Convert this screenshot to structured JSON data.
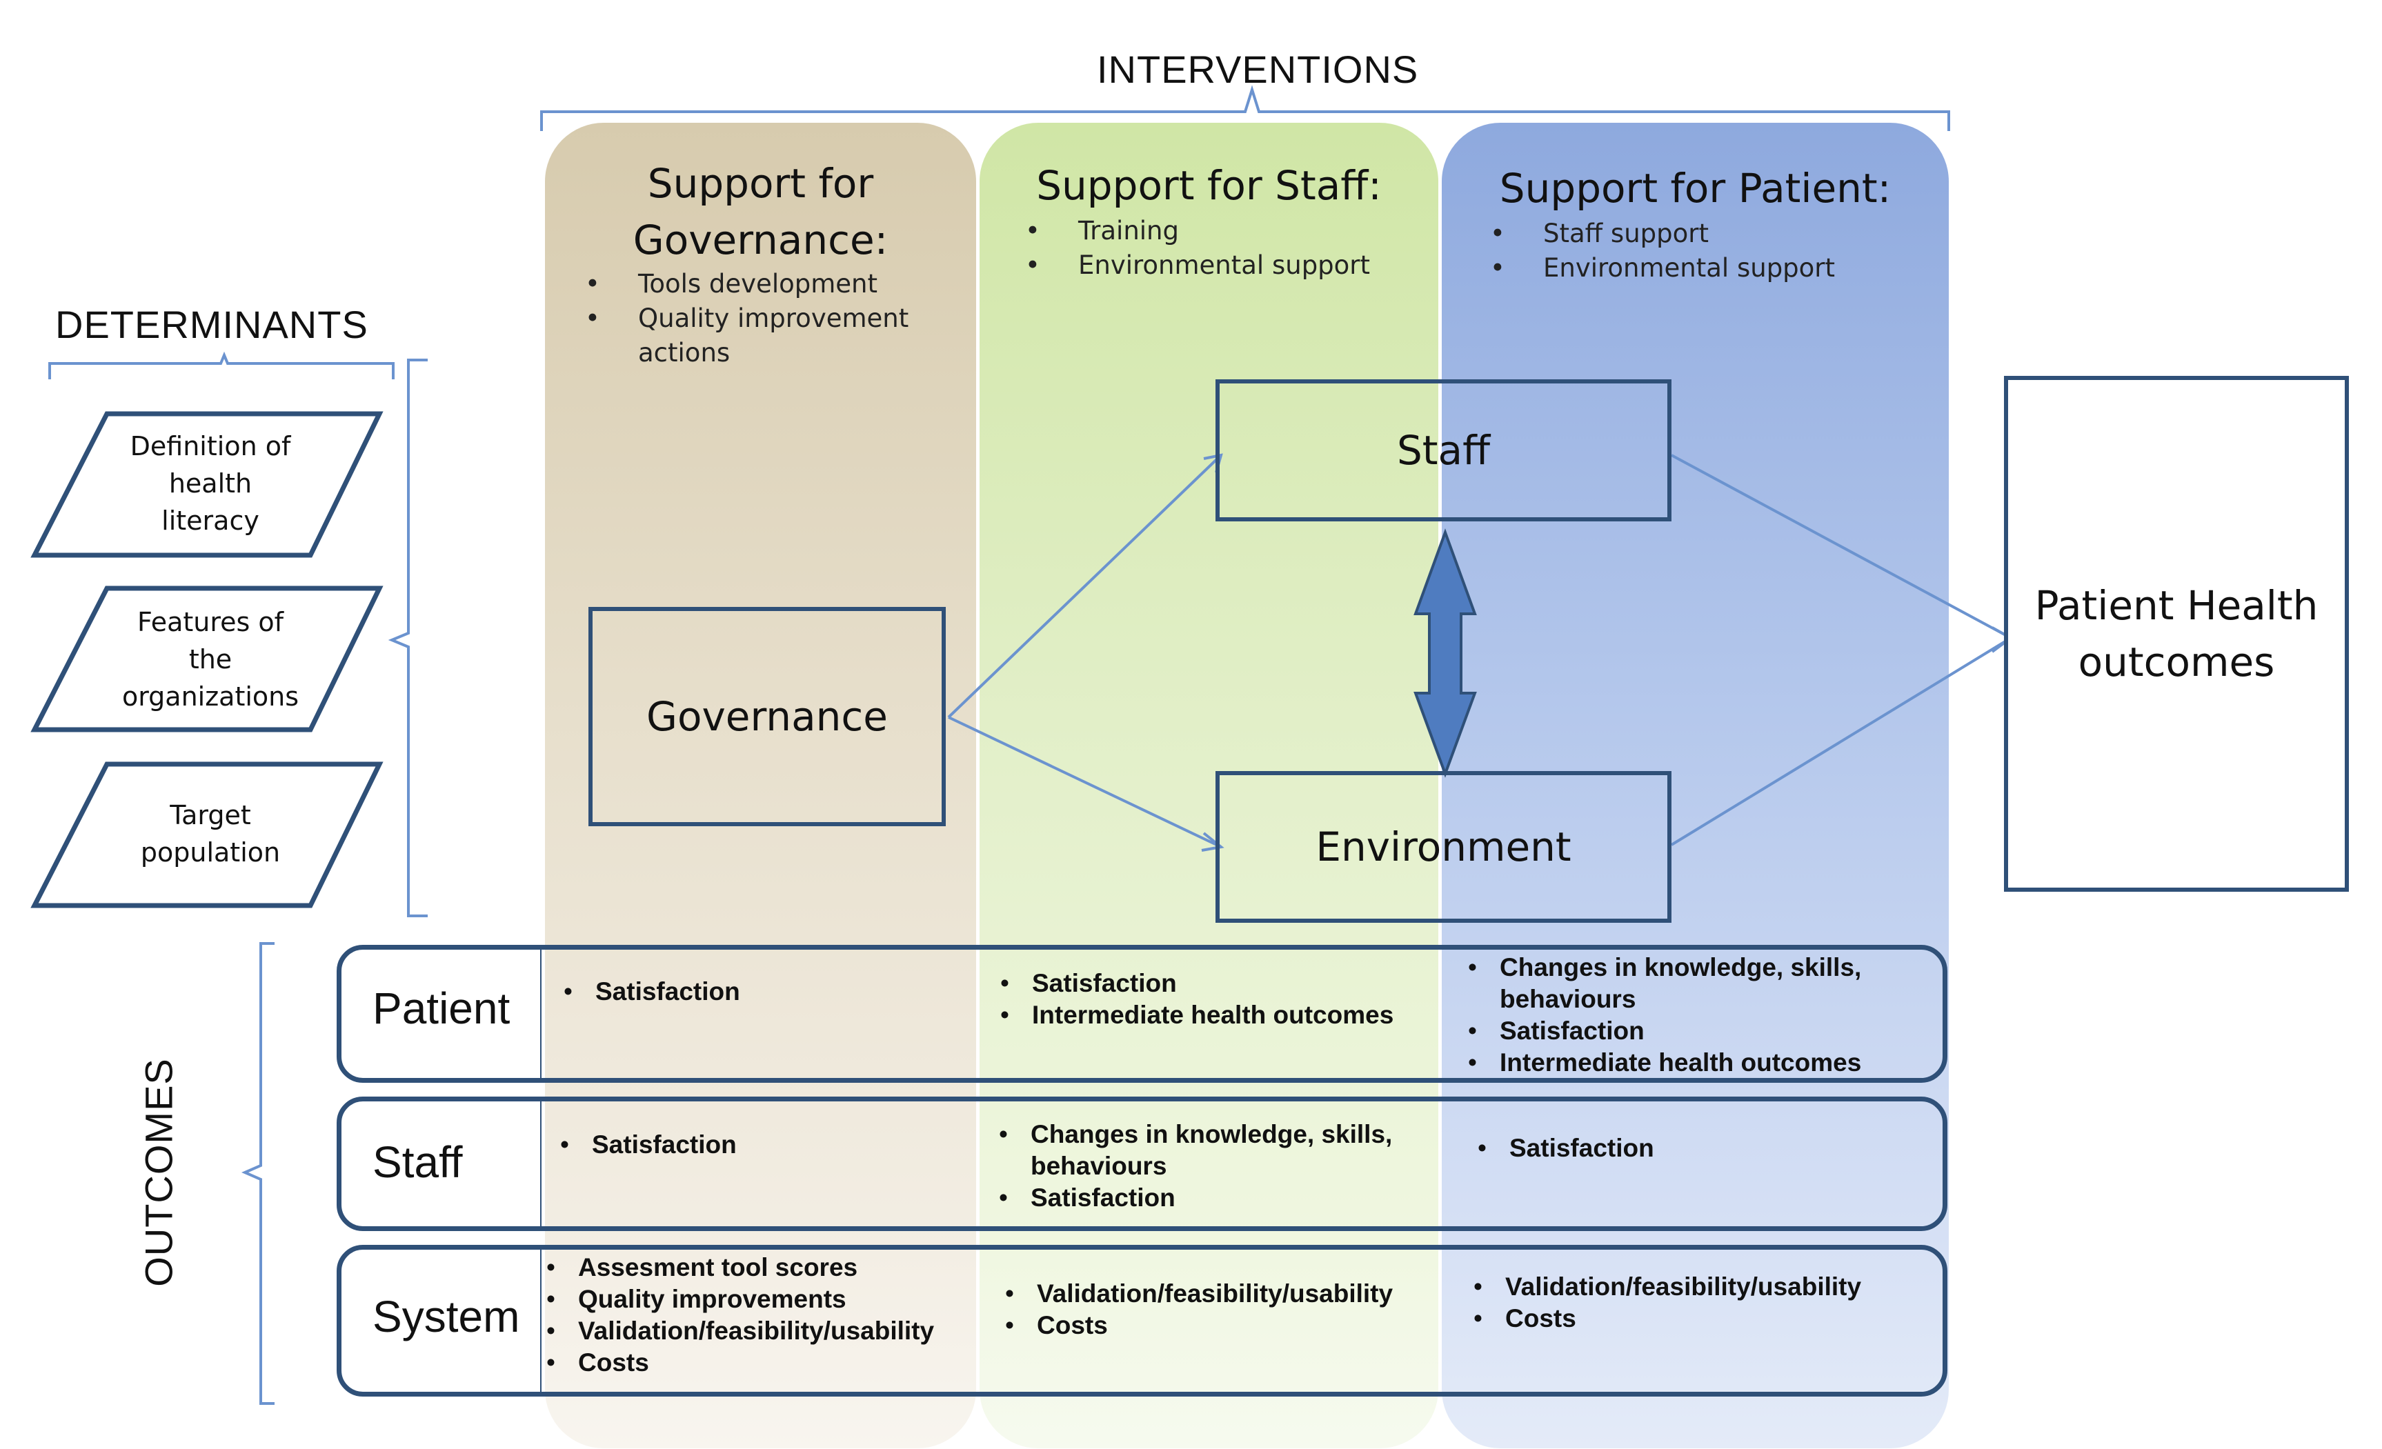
{
  "interventions_label": "INTERVENTIONS",
  "determinants_label": "DETERMINANTS",
  "outcomes_label": "OUTCOMES",
  "columns": [
    {
      "title_line1": "Support for",
      "title_line2": "Governance:",
      "bullets": [
        "Tools development",
        "Quality improvement",
        "actions"
      ]
    },
    {
      "title": "Support for Staff:",
      "bullets": [
        "Training",
        "Environmental support"
      ]
    },
    {
      "title": "Support for Patient:",
      "bullets": [
        "Staff support",
        "Environmental support"
      ]
    }
  ],
  "determinants": [
    {
      "line1": "Definition of",
      "line2": "health",
      "line3": "literacy"
    },
    {
      "line1": "Features of",
      "line2": "the",
      "line3": "organizations"
    },
    {
      "line1": "Target",
      "line2": "population"
    }
  ],
  "nodes": {
    "governance": "Governance",
    "staff": "Staff",
    "environment": "Environment",
    "patient_health_line1": "Patient Health",
    "patient_health_line2": "outcomes"
  },
  "outcome_rows": [
    {
      "label": "Patient",
      "governance": [
        "Satisfaction"
      ],
      "staff": [
        "Satisfaction",
        "Intermediate health outcomes"
      ],
      "patient": [
        "Changes in knowledge, skills,",
        "Satisfaction",
        "Intermediate health outcomes"
      ],
      "patient_continuation": "behaviours"
    },
    {
      "label": "Staff",
      "governance": [
        "Satisfaction"
      ],
      "staff": [
        "Changes in knowledge, skills,",
        "Satisfaction"
      ],
      "staff_continuation": "behaviours",
      "patient": [
        "Satisfaction"
      ]
    },
    {
      "label": "System",
      "governance": [
        "Assesment tool scores",
        "Quality improvements",
        "Validation/feasibility/usability",
        "Costs"
      ],
      "staff": [
        "Validation/feasibility/usability",
        "Costs"
      ],
      "patient": [
        "Validation/feasibility/usability",
        "Costs"
      ]
    }
  ],
  "colors": {
    "border": "#2f5078",
    "governance_column": "#d7cbae",
    "staff_column": "#d0e6a6",
    "patient_column": "#8ea9de",
    "arrow": "#4f7cc0",
    "connector": "#6b93cf"
  }
}
